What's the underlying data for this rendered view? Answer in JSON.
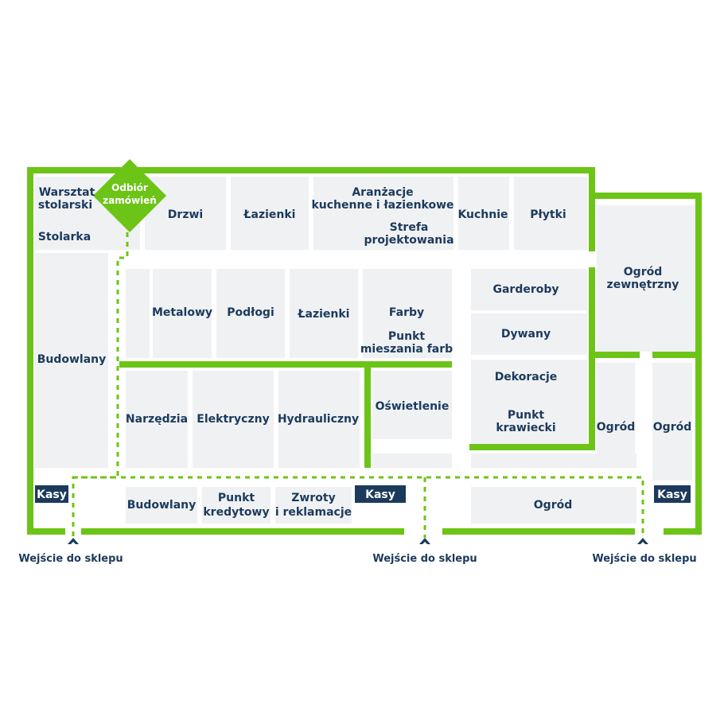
{
  "colors": {
    "wall": "#6cc417",
    "zone": "#f0f1f3",
    "label": "#1b3a5c",
    "kasa": "#1b3a5c"
  },
  "zones": {
    "warsztat": [
      "Warsztat",
      "stolarski"
    ],
    "stolarka": "Stolarka",
    "drzwi": "Drzwi",
    "lazienki_top": "Łazienki",
    "aranzacje": [
      "Aranżacje",
      "kuchenne i łazienkowe"
    ],
    "strefa": [
      "Strefa",
      "projektowania"
    ],
    "kuchnie": "Kuchnie",
    "plytki": "Płytki",
    "ogrod_zewn": [
      "Ogród",
      "zewnętrzny"
    ],
    "budowlany_left": "Budowlany",
    "metalowy": "Metalowy",
    "podlogi": "Podłogi",
    "lazienki_mid": "Łazienki",
    "farby": "Farby",
    "punkt_mieszania": [
      "Punkt",
      "mieszania farb"
    ],
    "garderoby": "Garderoby",
    "dywany": "Dywany",
    "dekoracje": "Dekoracje",
    "punkt_krawiecki": [
      "Punkt",
      "krawiecki"
    ],
    "narzedzia": "Narzędzia",
    "elektryczny": "Elektryczny",
    "hydrauliczny": "Hydrauliczny",
    "oswietlenie": "Oświetlenie",
    "ogrod_mid": "Ogród",
    "ogrod_right": "Ogród",
    "budowlany_bottom": "Budowlany",
    "punkt_kredytowy": [
      "Punkt",
      "kredytowy"
    ],
    "zwroty": [
      "Zwroty",
      "i reklamacje"
    ],
    "ogrod_bottom": "Ogród"
  },
  "odbior": [
    "Odbiór",
    "zamówień"
  ],
  "kasy": [
    "Kasy",
    "Kasy",
    "Kasy"
  ],
  "entrances": [
    "Wejście do sklepu",
    "Wejście do sklepu",
    "Wejście do sklepu"
  ]
}
